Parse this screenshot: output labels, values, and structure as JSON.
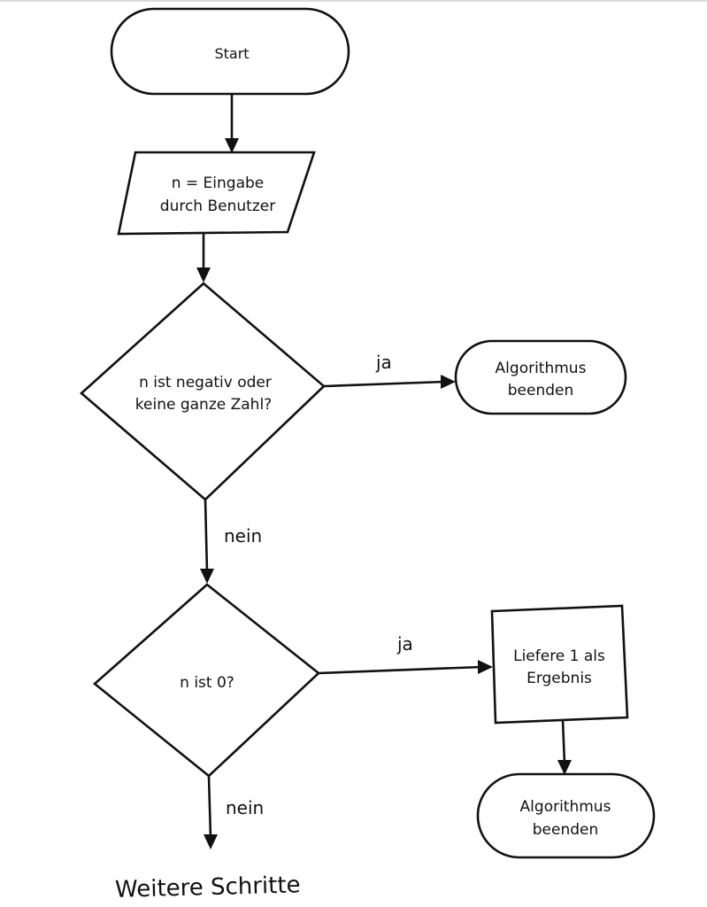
{
  "nodes": {
    "start": {
      "lines": [
        "Start"
      ]
    },
    "input": {
      "lines": [
        "n = Eingabe",
        "durch Benutzer"
      ]
    },
    "decision1": {
      "lines": [
        "n ist negativ oder",
        "keine ganze Zahl?"
      ]
    },
    "end1": {
      "lines": [
        "Algorithmus",
        "beenden"
      ]
    },
    "decision2": {
      "lines": [
        "n ist 0?"
      ]
    },
    "process1": {
      "lines": [
        "Liefere 1 als",
        "Ergebnis"
      ]
    },
    "end2": {
      "lines": [
        "Algorithmus",
        "beenden"
      ]
    }
  },
  "edges": {
    "d1_yes": "ja",
    "d1_no": "nein",
    "d2_yes": "ja",
    "d2_no": "nein"
  },
  "footer": {
    "text": "Weitere Schritte"
  }
}
